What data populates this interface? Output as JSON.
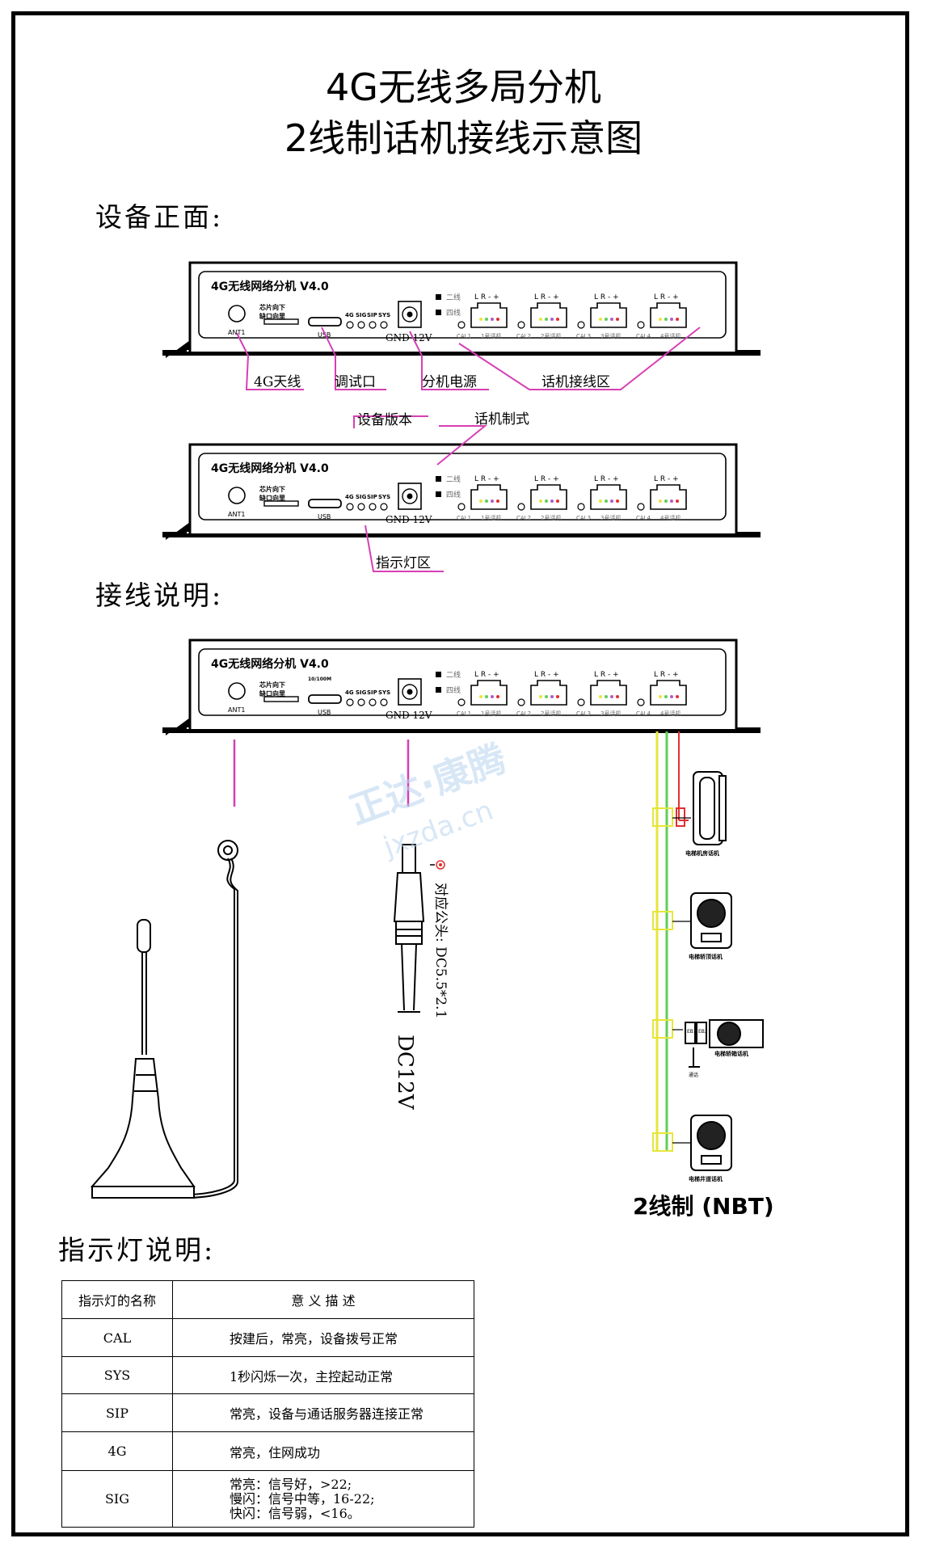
{
  "title_line1": "4G无线多局分机",
  "title_line2": "2线制话机接线示意图",
  "section_front": "设备正面:",
  "section_wiring": "接线说明:",
  "section_led": "指示灯说明:",
  "device": {
    "model": "4G无线网络分机 V4.0",
    "sim_label": "芯片向下",
    "sim_label2": "缺口向里",
    "ant": "ANT1",
    "usb": "USB",
    "led_labels": [
      "4G",
      "SIG",
      "SIP",
      "SYS"
    ],
    "eth_label": "10/100M",
    "power": "GND 12V",
    "mode_2wire": "二线",
    "mode_4wire": "四线",
    "port_pins": "L R - +",
    "cal_labels": [
      "CAL1",
      "CAL2",
      "CAL3",
      "CAL4"
    ],
    "phone_labels": [
      "1号话机",
      "2号话机",
      "3号话机",
      "4号话机"
    ]
  },
  "callouts": {
    "antenna": "4G天线",
    "debug": "调试口",
    "power": "分机电源",
    "phone_zone": "话机接线区",
    "version": "设备版本",
    "phone_mode": "话机制式",
    "led_zone": "指示灯区"
  },
  "wiring": {
    "connector_note": "对应公头: DC5.5*2.1",
    "dc_label": "DC12V",
    "system_label": "2线制 (NBT)",
    "device_labels": [
      "电梯机房话机",
      "电梯轿顶话机",
      "电梯轿箱话机",
      "电梯井道话机"
    ],
    "small_labels": [
      "EB1",
      "EB2",
      "通话"
    ],
    "watermark_cn": "正达·康腾",
    "watermark_url": "jxzda.cn"
  },
  "led_table": {
    "headers": [
      "指示灯的名称",
      "意  义  描  述"
    ],
    "rows": [
      {
        "name": "CAL",
        "desc": "按建后，常亮，设备拨号正常"
      },
      {
        "name": "SYS",
        "desc": "1秒闪烁一次，主控起动正常"
      },
      {
        "name": "SIP",
        "desc": "常亮，设备与通话服务器连接正常"
      },
      {
        "name": "4G",
        "desc": "常亮，住网成功"
      },
      {
        "name": "SIG",
        "desc": "常亮：信号好，>22;",
        "desc2": "慢闪：信号中等，16-22;",
        "desc3": "快闪：信号弱，<16。"
      }
    ]
  },
  "colors": {
    "callout": "#d63fb4",
    "wire_yellow": "#e6e63a",
    "wire_green": "#5fce55",
    "wire_red": "#e03030",
    "watermark": "#b9d4f0"
  }
}
